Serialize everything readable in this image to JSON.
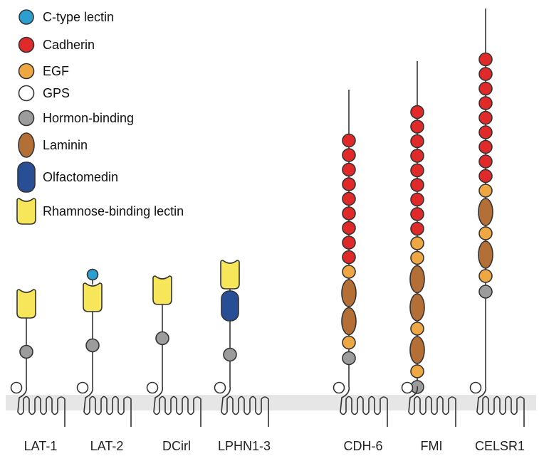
{
  "colors": {
    "c_type_lectin": "#2a9fd0",
    "cadherin": "#e02a2a",
    "egf": "#eea743",
    "gps": "#ffffff",
    "hormon_binding": "#9c9c9c",
    "laminin": "#b46f36",
    "olfactomedin": "#284f96",
    "rhamnose_binding_lectin": "#f7e55a",
    "membrane": "#e6e6e6",
    "outline": "#333333"
  },
  "legend": [
    {
      "key": "c_type_lectin",
      "label": "C-type lectin",
      "shape": "small-circle"
    },
    {
      "key": "cadherin",
      "label": "Cadherin",
      "shape": "circle"
    },
    {
      "key": "egf",
      "label": "EGF",
      "shape": "circle"
    },
    {
      "key": "gps",
      "label": "GPS",
      "shape": "circle"
    },
    {
      "key": "hormon_binding",
      "label": "Hormon-binding",
      "shape": "circle"
    },
    {
      "key": "laminin",
      "label": "Laminin",
      "shape": "oval"
    },
    {
      "key": "olfactomedin",
      "label": "Olfactomedin",
      "shape": "olfactomedin"
    },
    {
      "key": "rhamnose_binding_lectin",
      "label": "Rhamnose-binding lectin",
      "shape": "rbl"
    }
  ],
  "receptors": [
    {
      "name": "LAT-1",
      "domains": [
        "rhamnose_binding_lectin",
        "hormon_binding",
        "gps"
      ]
    },
    {
      "name": "LAT-2",
      "domains": [
        "c_type_lectin",
        "rhamnose_binding_lectin",
        "hormon_binding",
        "gps"
      ]
    },
    {
      "name": "DCirl",
      "domains": [
        "rhamnose_binding_lectin",
        "hormon_binding",
        "gps"
      ]
    },
    {
      "name": "LPHN1-3",
      "domains": [
        "rhamnose_binding_lectin",
        "olfactomedin",
        "hormon_binding",
        "gps"
      ]
    },
    {
      "name": "CDH-6",
      "domains": [
        "cadherin",
        "cadherin",
        "cadherin",
        "cadherin",
        "cadherin",
        "cadherin",
        "cadherin",
        "cadherin",
        "cadherin",
        "egf",
        "laminin",
        "laminin",
        "egf",
        "hormon_binding",
        "gps"
      ]
    },
    {
      "name": "FMI",
      "domains": [
        "cadherin",
        "cadherin",
        "cadherin",
        "cadherin",
        "cadherin",
        "cadherin",
        "cadherin",
        "cadherin",
        "cadherin",
        "egf",
        "egf",
        "laminin",
        "laminin",
        "egf",
        "laminin",
        "egf",
        "hormon_binding",
        "gps"
      ]
    },
    {
      "name": "CELSR1",
      "domains": [
        "cadherin",
        "cadherin",
        "cadherin",
        "cadherin",
        "cadherin",
        "cadherin",
        "cadherin",
        "cadherin",
        "cadherin",
        "egf",
        "laminin",
        "egf",
        "laminin",
        "egf",
        "hormon_binding",
        "gps"
      ]
    }
  ]
}
